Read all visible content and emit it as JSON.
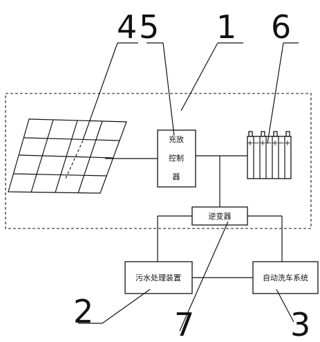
{
  "labels": {
    "controller_line1": "充放",
    "controller_line2": "控制",
    "controller_line3": "器",
    "inverter": "逆变器",
    "sewage": "污水处理装置",
    "carwash": "自动洗车系统"
  },
  "numerals": {
    "n1": "1",
    "n2": "2",
    "n3": "3",
    "n4": "4",
    "n5": "5",
    "n6": "6",
    "n7": "7"
  },
  "battery": {
    "signs": [
      "+",
      "−",
      "+",
      "−",
      "+",
      "−",
      "+"
    ]
  }
}
